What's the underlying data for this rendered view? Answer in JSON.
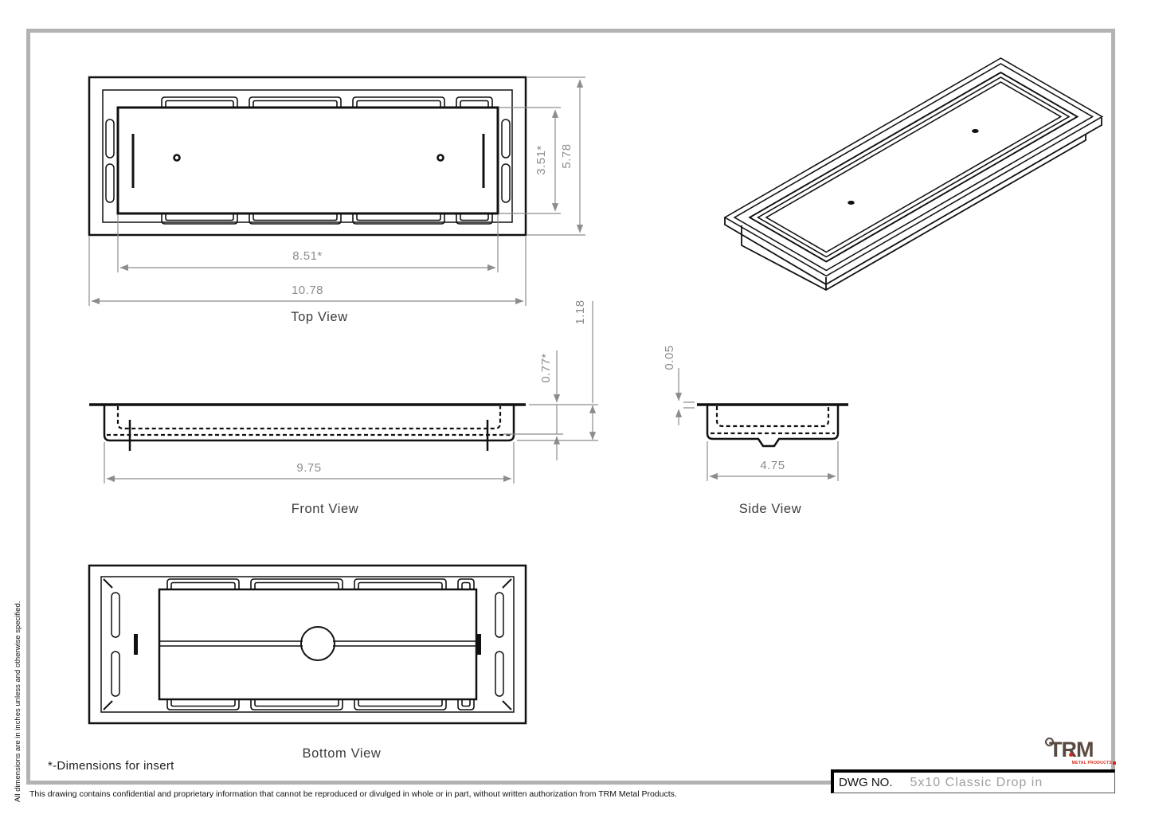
{
  "drawing": {
    "views": {
      "top": {
        "label": "Top View",
        "dim_insert_width": "8.51*",
        "dim_overall_width": "10.78",
        "dim_insert_height": "3.51*",
        "dim_overall_height": "5.78"
      },
      "front": {
        "label": "Front View",
        "dim_width": "9.75",
        "dim_insert_depth": "0.77*",
        "dim_overall_depth": "1.18"
      },
      "side": {
        "label": "Side View",
        "dim_width": "4.75",
        "dim_lip_thickness": "0.05"
      },
      "bottom": {
        "label": "Bottom View"
      }
    },
    "notes": {
      "insert_note": "*-Dimensions for insert",
      "units_note": "All dimensions are in inches unless and otherwise specified.",
      "confidentiality": "This drawing contains confidential and proprietary information that cannot be reproduced or divulged in whole or in part, without written authorization from TRM Metal Products."
    },
    "title_block": {
      "dwg_label": "DWG NO.",
      "dwg_number": "5x10 Classic Drop in"
    },
    "logo": {
      "text": "TRM",
      "tagline": "METAL PRODUCTS"
    },
    "colors": {
      "line": "#111111",
      "dimension": "#8c8c8c",
      "logo_brown": "#594a41",
      "logo_red": "#d42a1e",
      "border_gray": "#b3b3b3"
    }
  }
}
